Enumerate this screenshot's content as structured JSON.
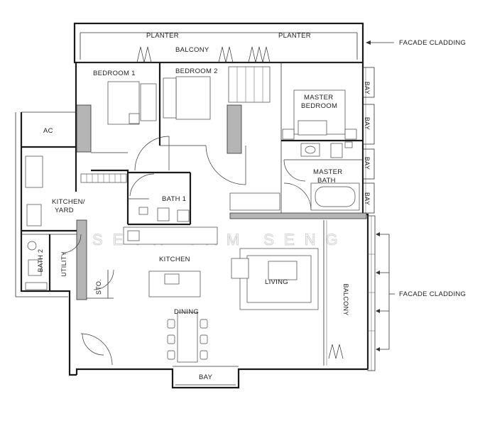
{
  "rooms": {
    "planter_left": "PLANTER",
    "planter_right": "PLANTER",
    "balcony_top": "BALCONY",
    "bedroom_1": "BEDROOM 1",
    "bedroom_2": "BEDROOM 2",
    "master_bedroom_line1": "MASTER",
    "master_bedroom_line2": "BEDROOM",
    "master_bath_line1": "MASTER",
    "master_bath_line2": "BATH",
    "ac": "AC",
    "kitchen_yard_line1": "KITCHEN/",
    "kitchen_yard_line2": "YARD",
    "bath_1": "BATH 1",
    "bath_2": "BATH 2",
    "utility": "UTILITY",
    "kitchen": "KITCHEN",
    "sto": "STO.",
    "living": "LIVING",
    "dining": "DINING",
    "balcony_right": "BALCONY",
    "bay_bottom": "BAY",
    "bay_right_1": "BAY",
    "bay_right_2": "BAY",
    "bay_right_3": "BAY",
    "bay_right_4": "BAY"
  },
  "annotations": {
    "facade_cladding_top": "FACADE CLADDING",
    "facade_cladding_right": "FACADE CLADDING"
  },
  "watermark": "SETH TAM SENG"
}
